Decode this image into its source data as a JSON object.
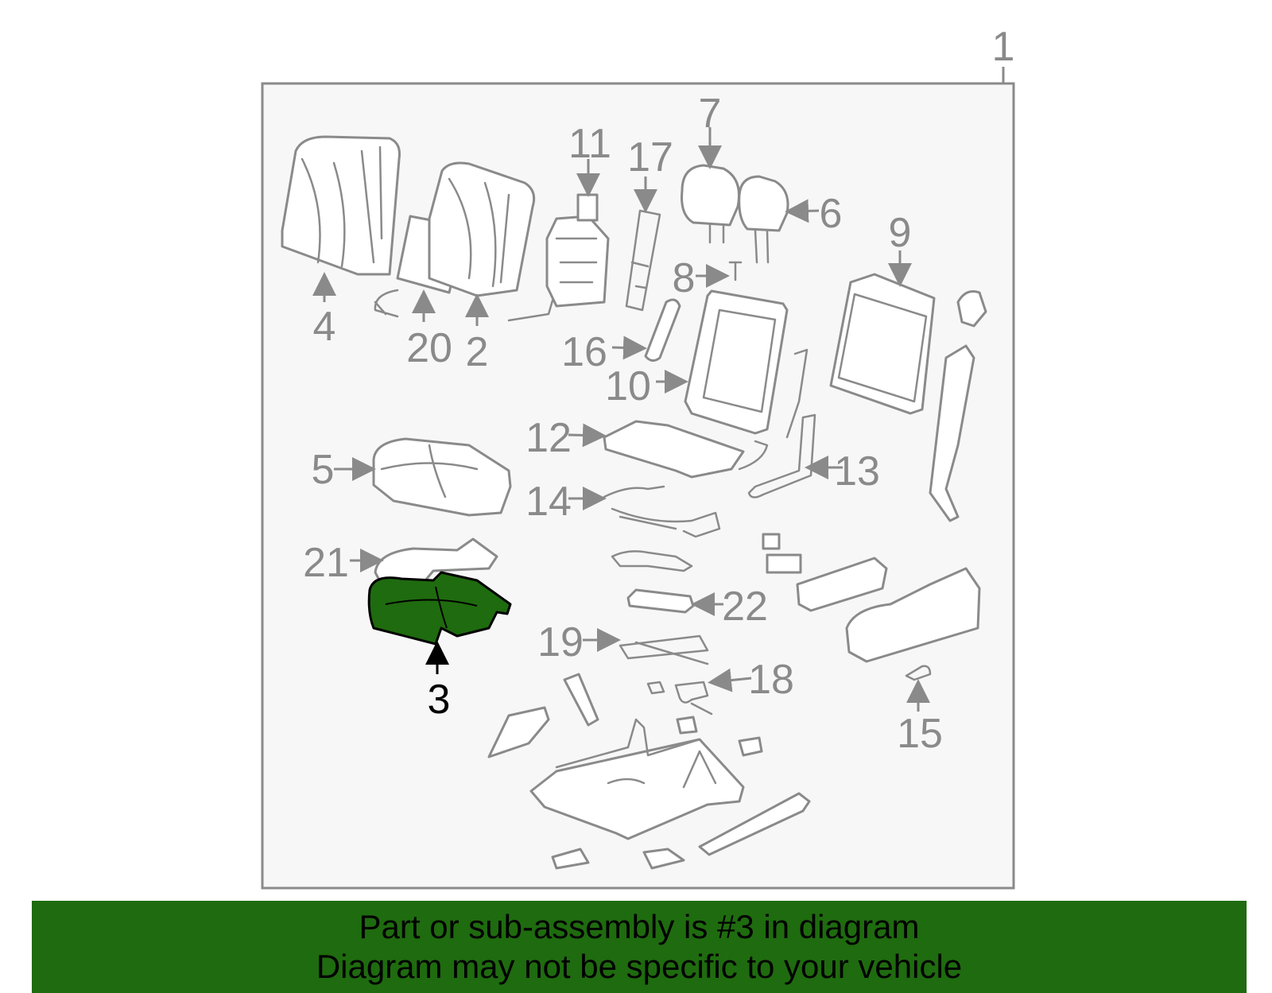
{
  "banner": {
    "line1": "Part or sub-assembly is #3 in diagram",
    "line2": "Diagram may not be specific to your vehicle",
    "background": "#1f6b0f"
  },
  "diagram": {
    "highlight_color": "#1f6b0f",
    "highlighted_part": "3",
    "callouts": {
      "c1": "1",
      "c2": "2",
      "c3": "3",
      "c4": "4",
      "c5": "5",
      "c6": "6",
      "c7": "7",
      "c8": "8",
      "c9": "9",
      "c10": "10",
      "c11": "11",
      "c12": "12",
      "c13": "13",
      "c14": "14",
      "c15": "15",
      "c16": "16",
      "c17": "17",
      "c18": "18",
      "c19": "19",
      "c20": "20",
      "c21": "21",
      "c22": "22"
    }
  }
}
